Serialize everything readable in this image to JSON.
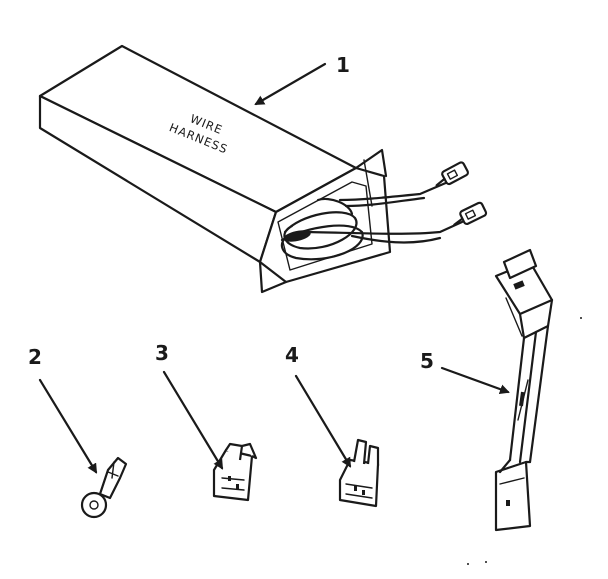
{
  "box_label": {
    "line1": "WIRE",
    "line2": "HARNESS"
  },
  "callouts": [
    {
      "number": "1",
      "part": "wire-harness-box"
    },
    {
      "number": "2",
      "part": "ring-terminal"
    },
    {
      "number": "3",
      "part": "flag-terminal"
    },
    {
      "number": "4",
      "part": "female-spade-terminal"
    },
    {
      "number": "5",
      "part": "fuse-link"
    }
  ],
  "colors": {
    "ink": "#1a1a1a",
    "background": "#ffffff"
  }
}
